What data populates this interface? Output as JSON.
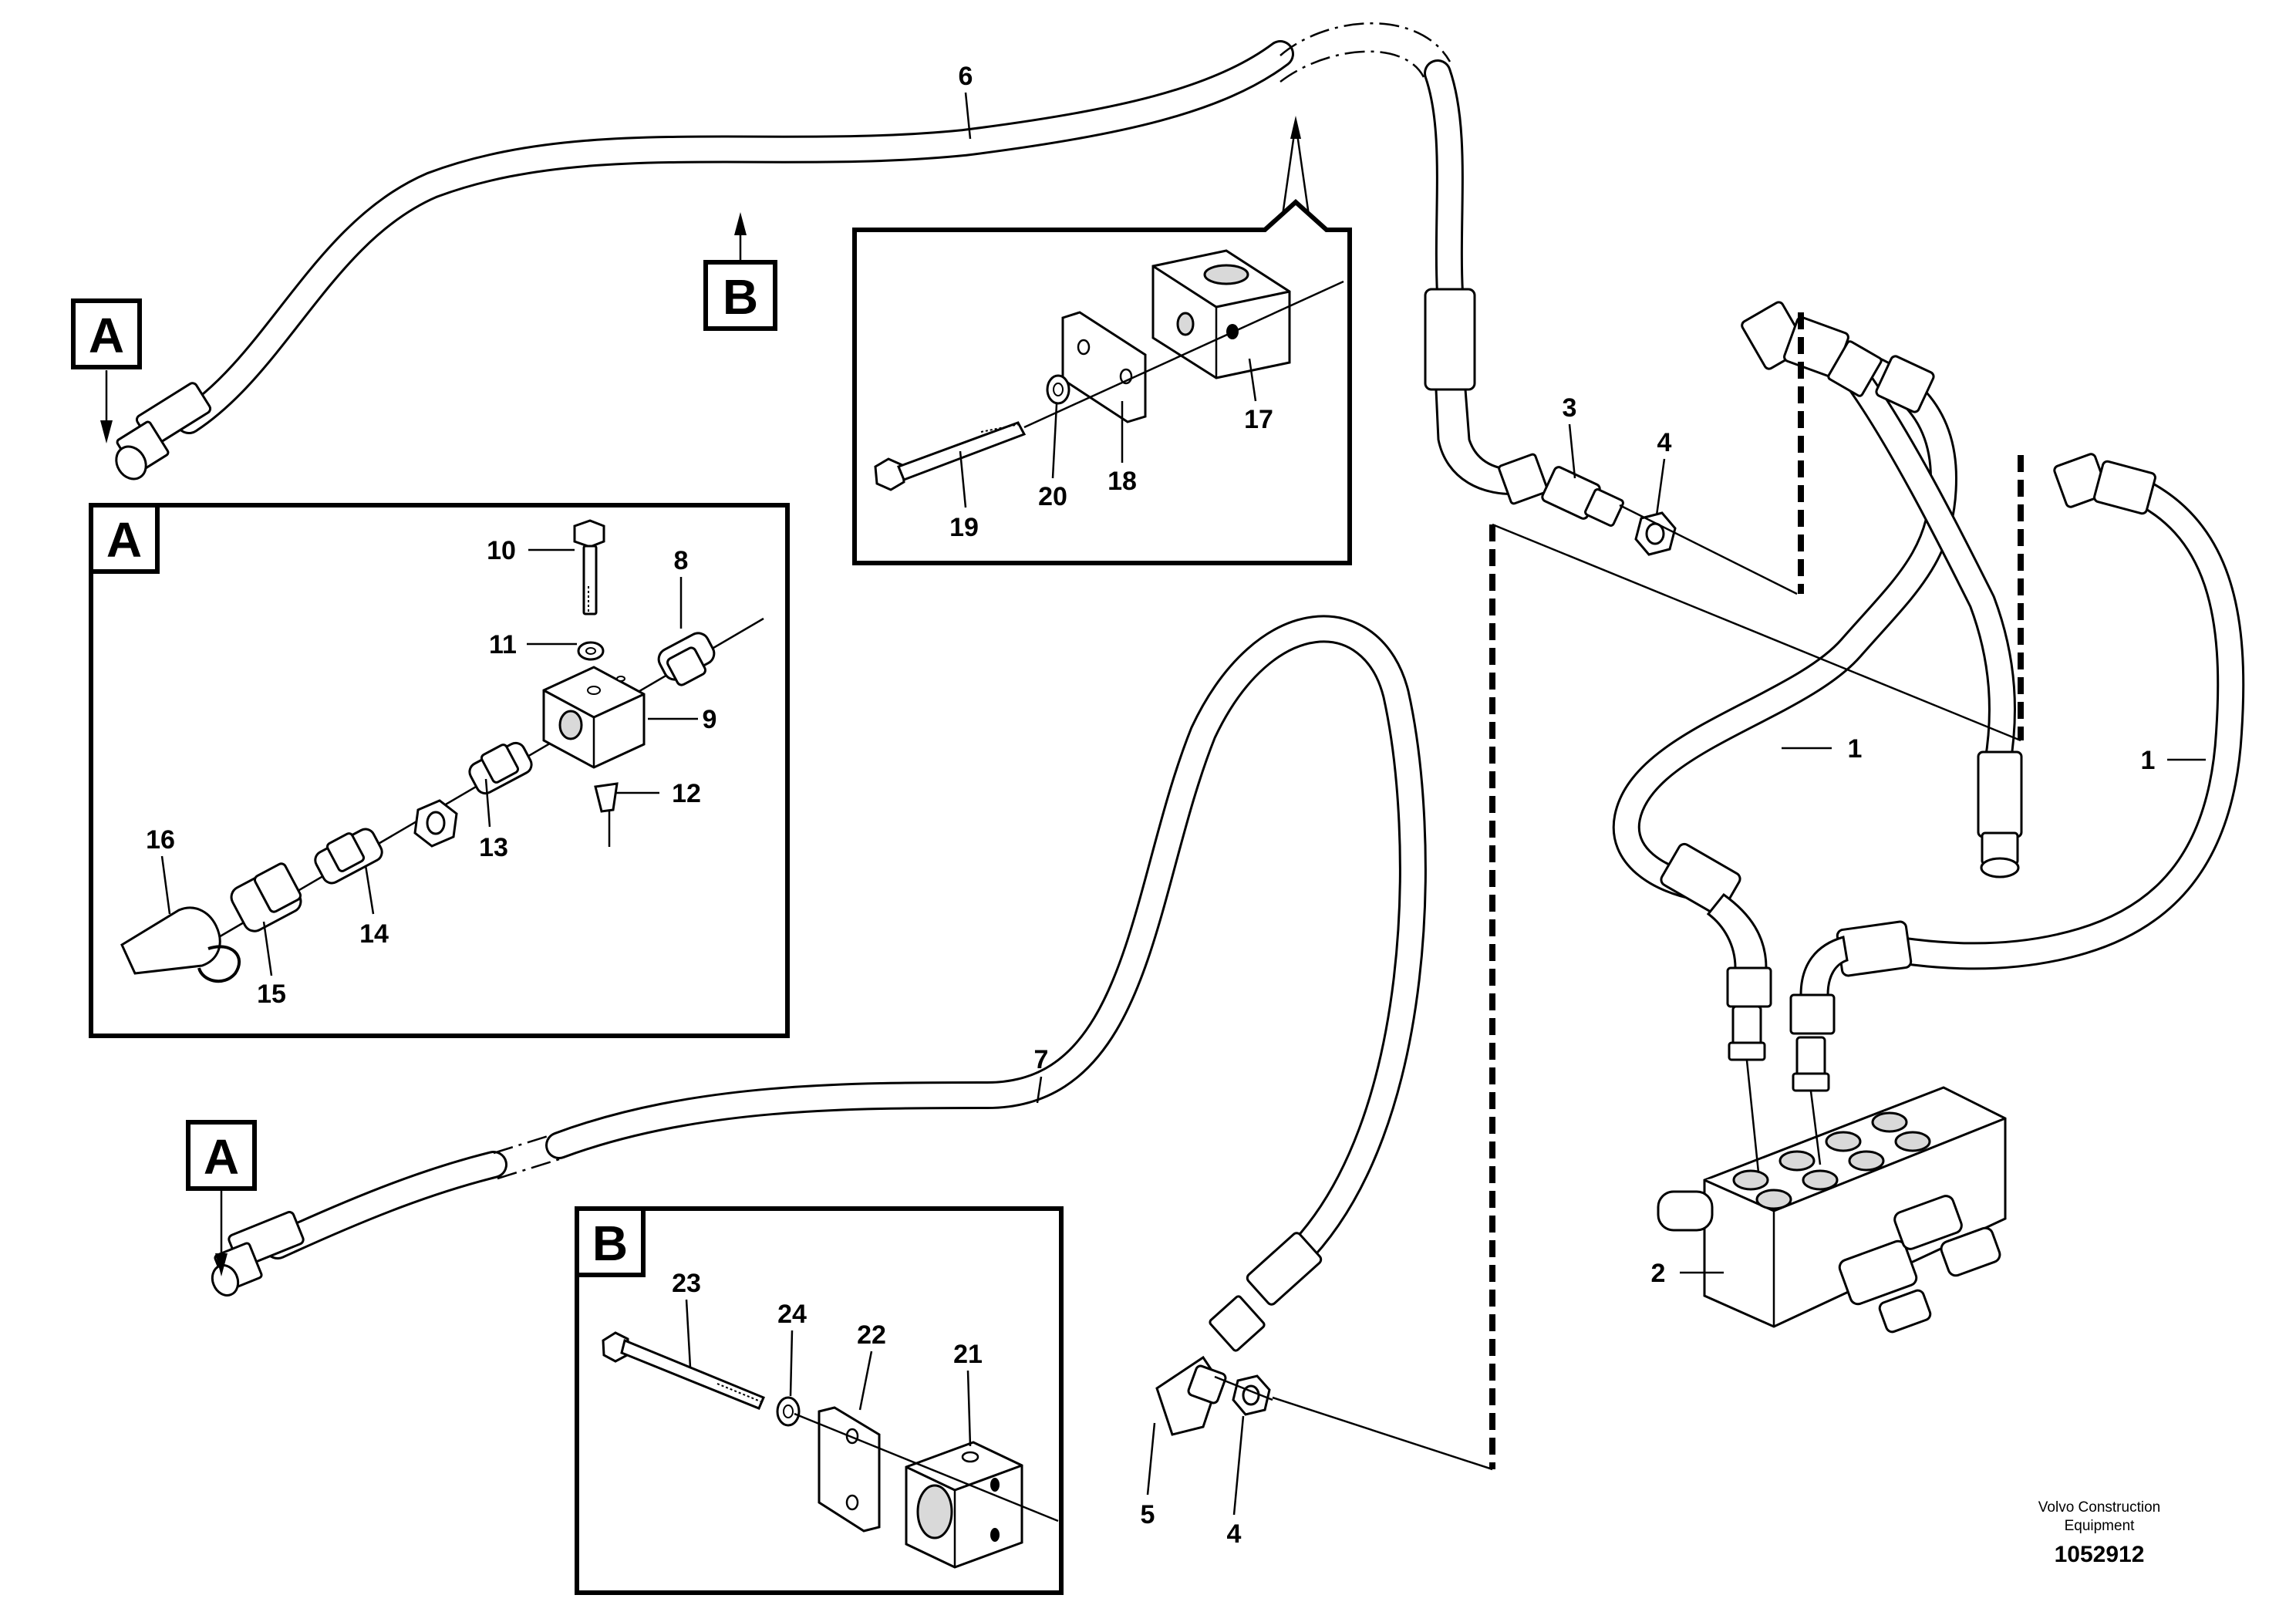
{
  "diagram": {
    "brand_line1": "Volvo Construction",
    "brand_line2": "Equipment",
    "doc_number": "1052912",
    "references": [
      {
        "id": "ref-a-top",
        "text": "A"
      },
      {
        "id": "ref-b-top",
        "text": "B"
      },
      {
        "id": "ref-a-bottom",
        "text": "A"
      },
      {
        "id": "detail-a",
        "text": "A"
      },
      {
        "id": "detail-b",
        "text": "B"
      }
    ],
    "callouts": [
      {
        "id": "c1",
        "text": "1"
      },
      {
        "id": "c1b",
        "text": "1"
      },
      {
        "id": "c2",
        "text": "2"
      },
      {
        "id": "c3",
        "text": "3"
      },
      {
        "id": "c4",
        "text": "4"
      },
      {
        "id": "c4b",
        "text": "4"
      },
      {
        "id": "c5",
        "text": "5"
      },
      {
        "id": "c6",
        "text": "6"
      },
      {
        "id": "c7",
        "text": "7"
      },
      {
        "id": "c8",
        "text": "8"
      },
      {
        "id": "c9",
        "text": "9"
      },
      {
        "id": "c10",
        "text": "10"
      },
      {
        "id": "c11",
        "text": "11"
      },
      {
        "id": "c12",
        "text": "12"
      },
      {
        "id": "c13",
        "text": "13"
      },
      {
        "id": "c14",
        "text": "14"
      },
      {
        "id": "c15",
        "text": "15"
      },
      {
        "id": "c16",
        "text": "16"
      },
      {
        "id": "c17",
        "text": "17"
      },
      {
        "id": "c18",
        "text": "18"
      },
      {
        "id": "c19",
        "text": "19"
      },
      {
        "id": "c20",
        "text": "20"
      },
      {
        "id": "c21",
        "text": "21"
      },
      {
        "id": "c22",
        "text": "22"
      },
      {
        "id": "c23",
        "text": "23"
      },
      {
        "id": "c24",
        "text": "24"
      }
    ]
  }
}
